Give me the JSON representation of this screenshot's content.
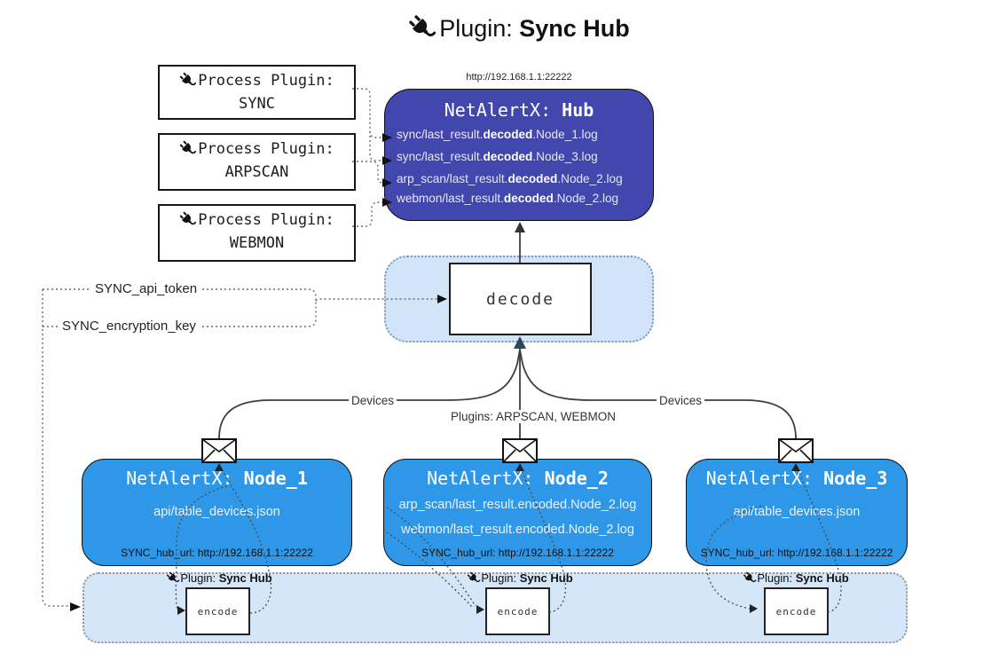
{
  "title": {
    "prefix": "Plugin:",
    "name": "Sync Hub"
  },
  "process_plugins": [
    {
      "label": "Process Plugin:",
      "name": "SYNC"
    },
    {
      "label": "Process Plugin:",
      "name": "ARPSCAN"
    },
    {
      "label": "Process Plugin:",
      "name": "WEBMON"
    }
  ],
  "hub": {
    "url": "http://192.168.1.1:22222",
    "title_prefix": "NetAlertX:",
    "title_name": "Hub",
    "files": [
      {
        "pre": "sync/last_result.",
        "em": "decoded",
        "post": ".Node_1.log"
      },
      {
        "pre": "sync/last_result.",
        "em": "decoded",
        "post": ".Node_3.log"
      },
      {
        "pre": "arp_scan/last_result.",
        "em": "decoded",
        "post": ".Node_2.log"
      },
      {
        "pre": "webmon/last_result.",
        "em": "decoded",
        "post": ".Node_2.log"
      }
    ]
  },
  "decode": {
    "label": "decode"
  },
  "settings": {
    "api_token": "SYNC_api_token",
    "encryption_key": "SYNC_encryption_key"
  },
  "edges": {
    "devices_left": "Devices",
    "plugins_middle": "Plugins: ARPSCAN, WEBMON",
    "devices_right": "Devices"
  },
  "nodes": [
    {
      "title_prefix": "NetAlertX:",
      "title_name": "Node_1",
      "files": [
        "api/table_devices.json"
      ],
      "hub_url": "SYNC_hub_url: http://192.168.1.1:22222"
    },
    {
      "title_prefix": "NetAlertX:",
      "title_name": "Node_2",
      "files": [
        "arp_scan/last_result.encoded.Node_2.log",
        "webmon/last_result.encoded.Node_2.log"
      ],
      "hub_url": "SYNC_hub_url: http://192.168.1.1:22222"
    },
    {
      "title_prefix": "NetAlertX:",
      "title_name": "Node_3",
      "files": [
        "api/table_devices.json"
      ],
      "hub_url": "SYNC_hub_url: http://192.168.1.1:22222"
    }
  ],
  "encoders": [
    {
      "prefix": "Plugin:",
      "name": "Sync Hub",
      "label": "encode"
    },
    {
      "prefix": "Plugin:",
      "name": "Sync Hub",
      "label": "encode"
    },
    {
      "prefix": "Plugin:",
      "name": "Sync Hub",
      "label": "encode"
    }
  ],
  "colors": {
    "hub_fill": "#4247ad",
    "node_fill": "#2e97e8",
    "panel_fill": "#d4e6f8",
    "decode_panel_fill": "#d2e4f7",
    "box_border": "#111111",
    "connector": "#3f3f3f",
    "dotted_connector": "#666666",
    "arrow_dark": "#31455a"
  }
}
